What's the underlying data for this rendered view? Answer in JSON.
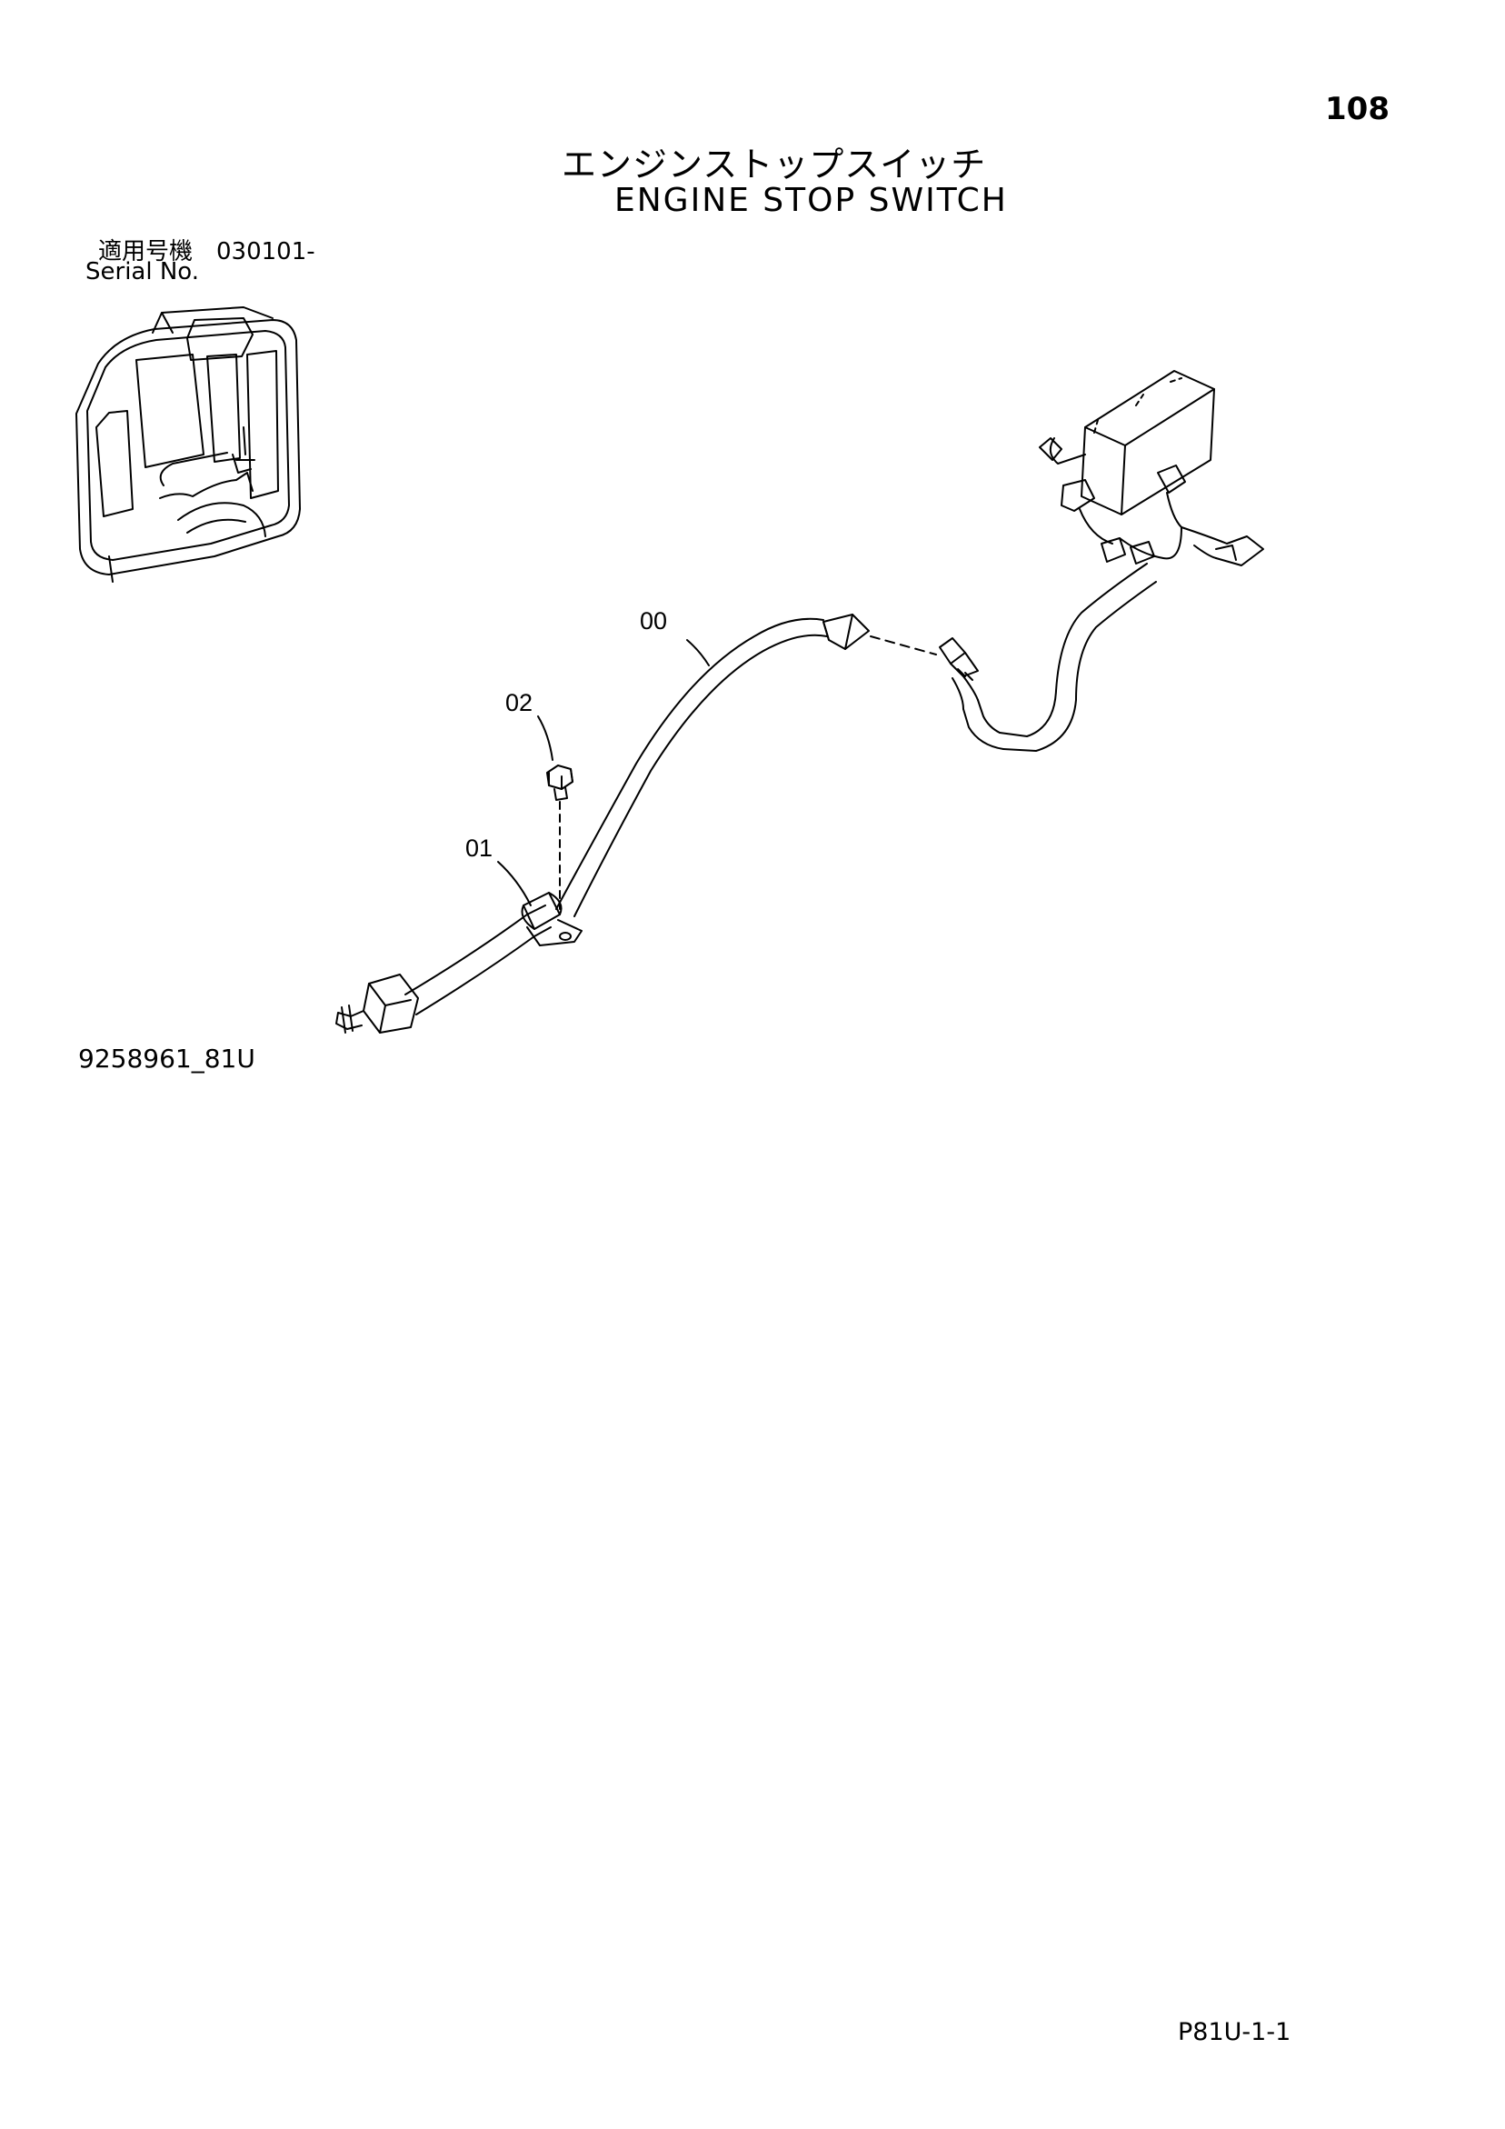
{
  "page": {
    "number": "108",
    "title_jp": "エンジンストップスイッチ",
    "title_en": "ENGINE STOP SWITCH",
    "serial_jp": "適用号機　030101-",
    "serial_en": "Serial No.",
    "drawing_id": "9258961_81U",
    "page_ref": "P81U-1-1"
  },
  "callouts": {
    "part_00": "00",
    "part_01": "01",
    "part_02": "02"
  }
}
